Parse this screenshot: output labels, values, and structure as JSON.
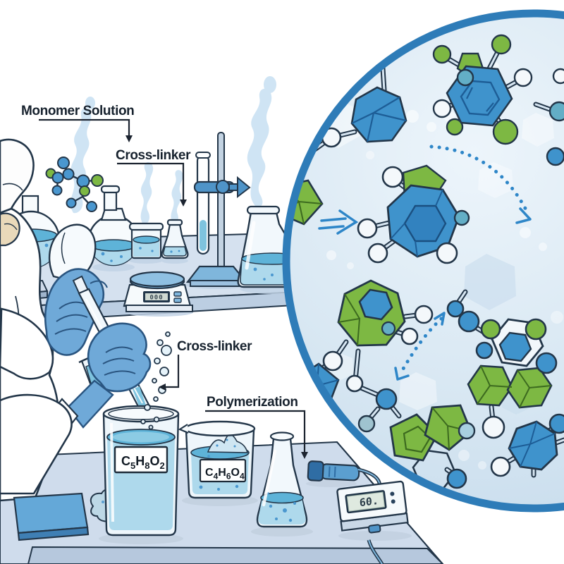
{
  "scene": {
    "labels": {
      "monomer_solution": "Monomer Solution",
      "cross_linker_top": "Cross-linker",
      "cross_linker_mid": "Cross-linker",
      "polymerization": "Polymerization"
    },
    "beakers": {
      "monomer": {
        "formula": "C5H8O2",
        "parts": [
          "C",
          "5",
          "H",
          "8",
          "O",
          "2"
        ]
      },
      "crosslinker": {
        "formula": "C4H6O4",
        "parts": [
          "C",
          "4",
          "H",
          "6",
          "O",
          "4"
        ]
      }
    },
    "instruments": {
      "balance_display": "000",
      "meter_display": "60."
    },
    "icons": {
      "magnifier_circle": "zoom-inset-circle",
      "reaction_arrow": "double-chevron-right",
      "flow_arrows": "dotted-curved-arrows"
    },
    "palette": {
      "ink_outline": "#233649",
      "molecule_blue": "#3f93cc",
      "molecule_blue_dark": "#3282bf",
      "molecule_green": "#7db843",
      "teal_ball": "#63aec6",
      "liquid_surface": "#5eb3d8",
      "liquid_body": "#aed9ec",
      "bench_top": "#d5e1ef",
      "bench_front": "#bccee2",
      "bench_lower": "#cfdcec",
      "glove_blue": "#6fa9d8",
      "steam": "#cfe4f4",
      "magnifier_border": "#2e7cb8",
      "magnifier_fill": "#d7e6f2",
      "arrow_blue": "#2e86c8"
    }
  }
}
